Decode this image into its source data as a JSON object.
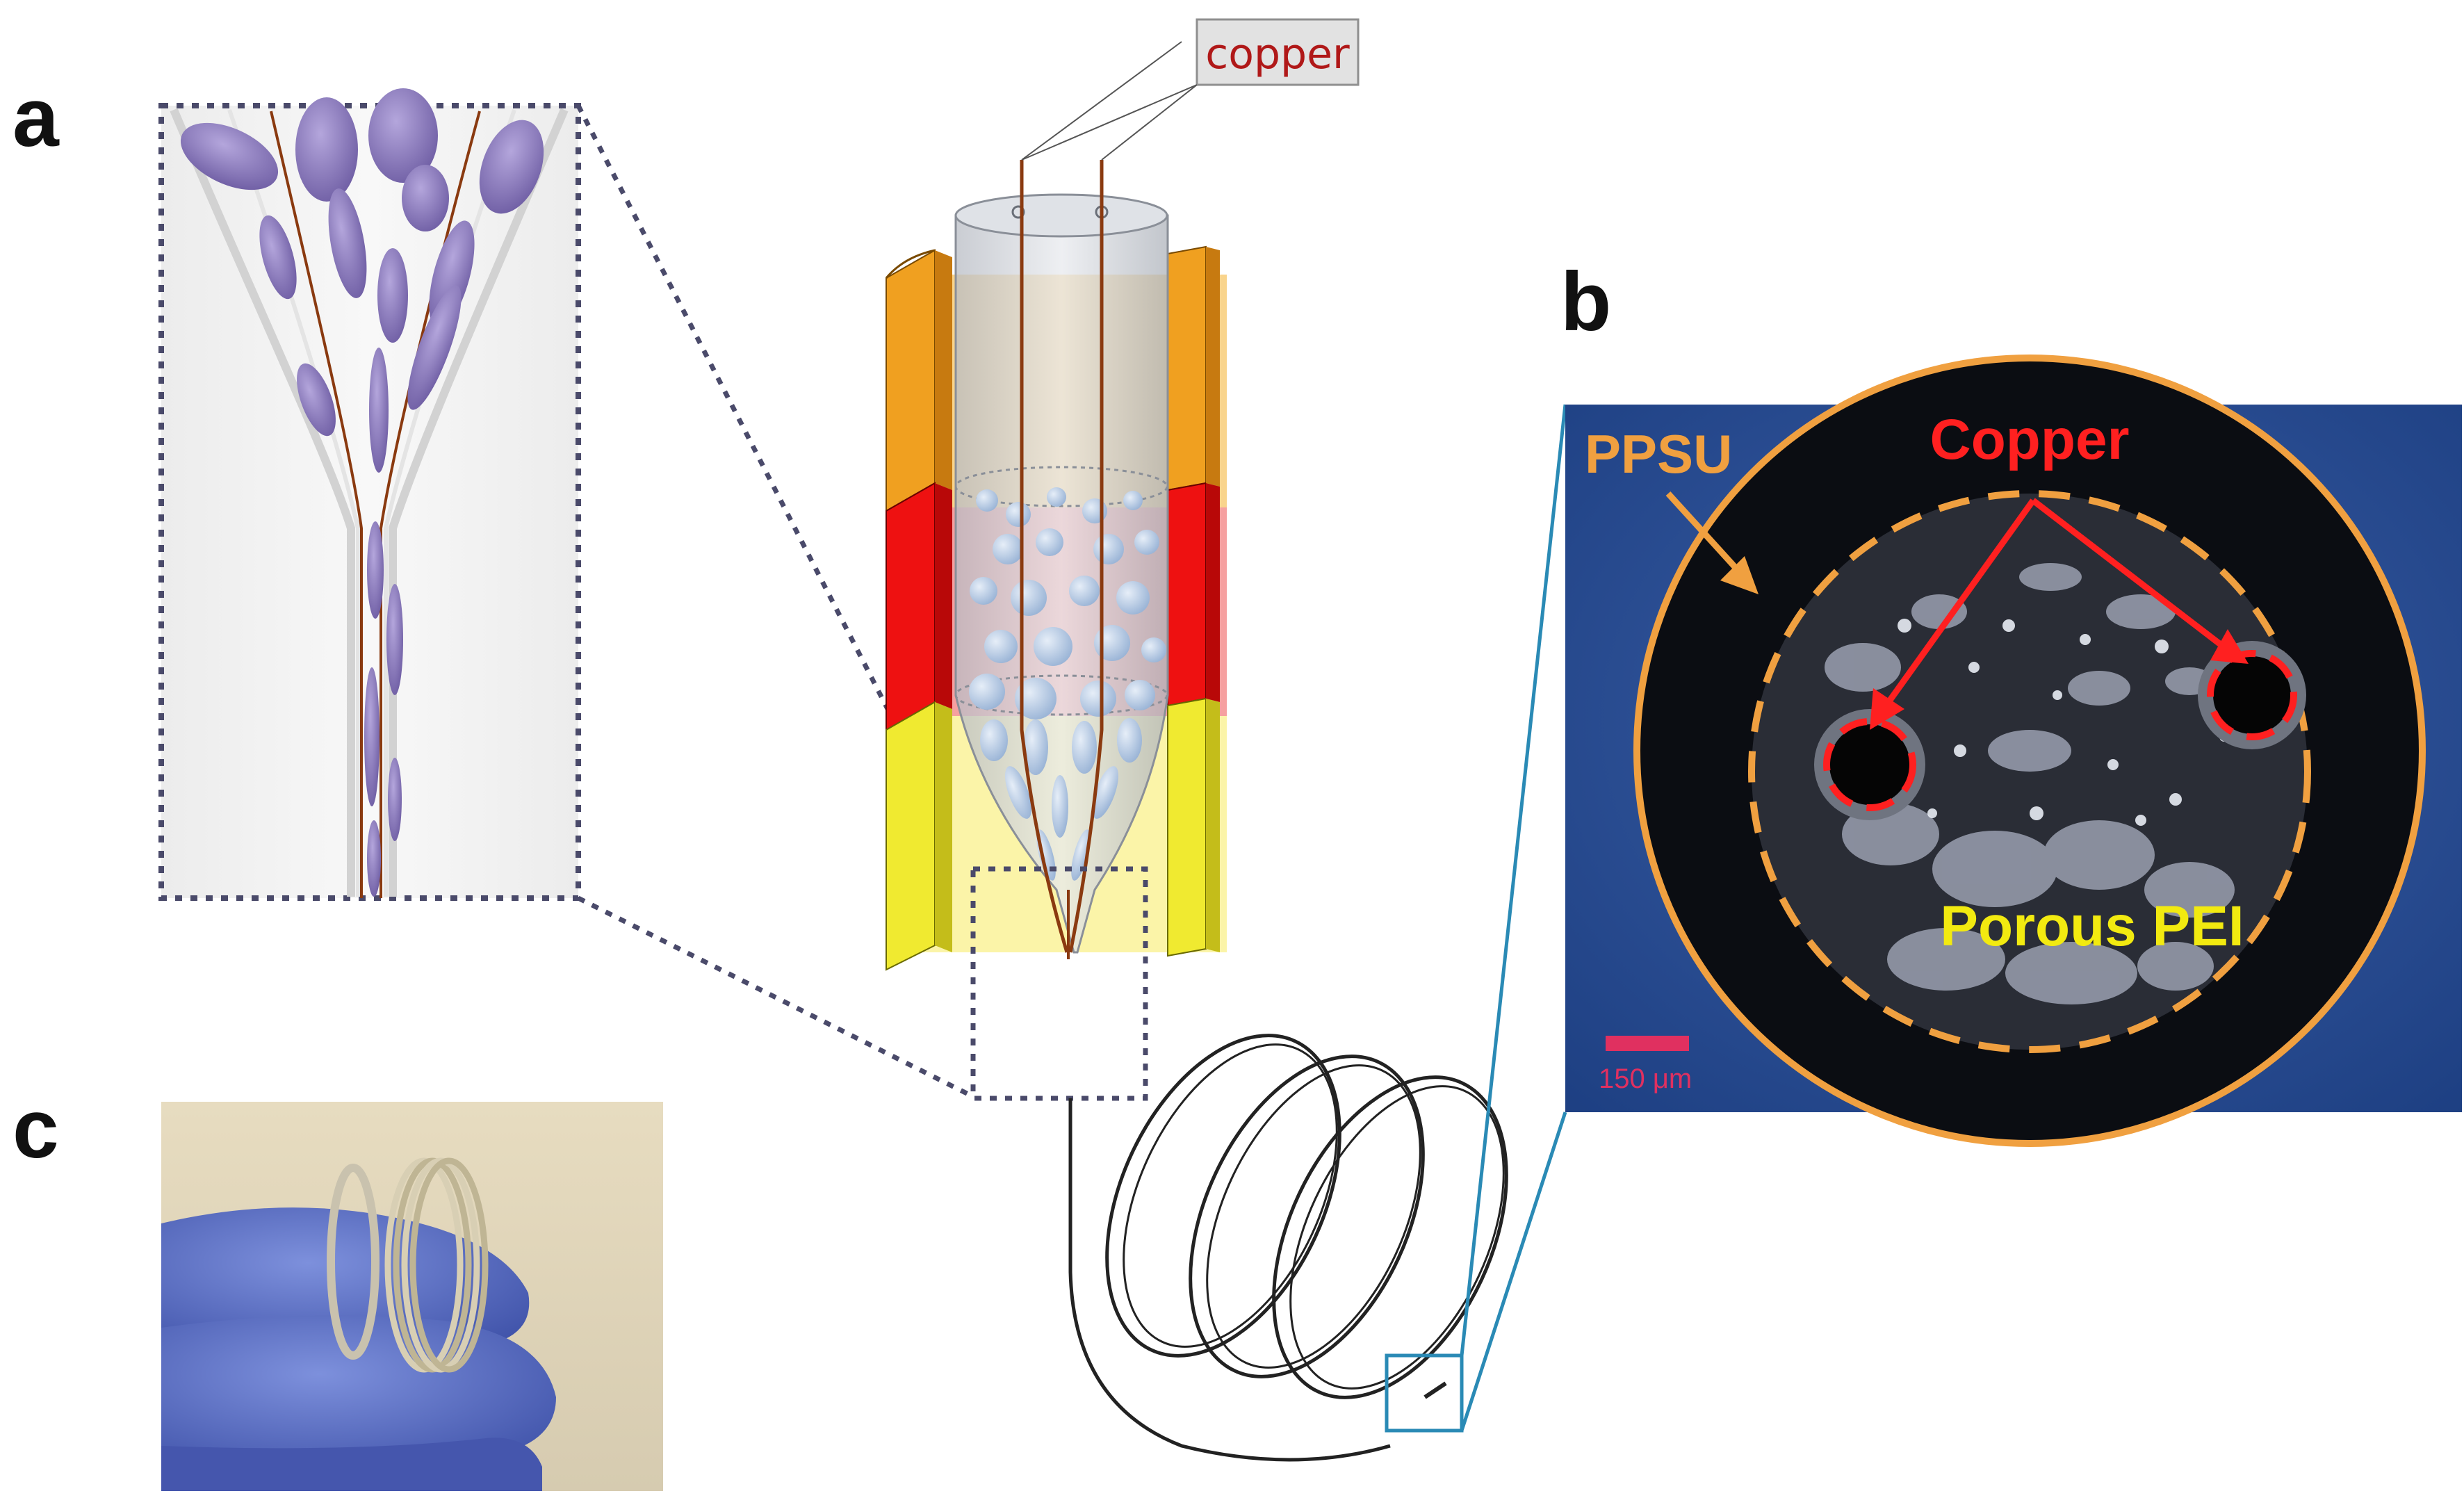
{
  "figure": {
    "panels": {
      "a": "a",
      "b": "b",
      "c": "c"
    },
    "callout_copper": "copper",
    "micrograph": {
      "label_ppsu": "PPSU",
      "label_copper": "Copper",
      "label_porous_pei": "Porous PEI",
      "scale_bar": "150 μm"
    },
    "colors": {
      "mold_orange": "#f0a020",
      "mold_red": "#ee1111",
      "mold_yellow": "#f0ea30",
      "fiber_copper": "#8a3a10",
      "droplet_purple": "#8a79b8",
      "droplet_blue": "#b9cde6",
      "micrograph_bg": "#2a4a8a",
      "ppsu_ring": "#f0a040",
      "copper_label": "#ff2020",
      "pei_label": "#f2ea10",
      "zoom_line_blue": "#2a8ab5",
      "glove_blue": "#5f74c8"
    },
    "icons": [
      "droplet-icon",
      "coil-icon",
      "glove-photo"
    ]
  }
}
